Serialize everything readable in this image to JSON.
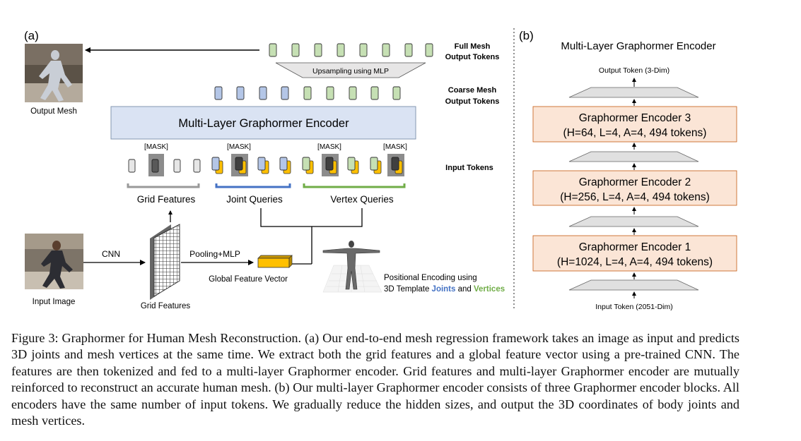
{
  "panel_a": {
    "label": "(a)",
    "output_mesh_label": "Output Mesh",
    "full_mesh_tokens_label": [
      "Full Mesh",
      "Output Tokens"
    ],
    "upsampling_label": "Upsampling using MLP",
    "coarse_mesh_tokens_label": [
      "Coarse Mesh",
      "Output Tokens"
    ],
    "encoder_label": "Multi-Layer Graphormer Encoder",
    "mask_label": "[MASK]",
    "input_tokens_label": "Input Tokens",
    "grid_features_label": "Grid Features",
    "joint_queries_label": "Joint Queries",
    "vertex_queries_label": "Vertex Queries",
    "cnn_label": "CNN",
    "pooling_label": "Pooling+MLP",
    "global_feature_label": "Global Feature Vector",
    "input_image_label": "Input Image",
    "grid_features_bottom_label": "Grid Features",
    "positional_label_1": "Positional Encoding using",
    "positional_label_2_prefix": "3D Template ",
    "positional_joints": "Joints",
    "positional_and": " and ",
    "positional_vertices": "Vertices"
  },
  "panel_b": {
    "label": "(b)",
    "title": "Multi-Layer Graphormer Encoder",
    "output_token": "Output Token (3-Dim)",
    "input_token": "Input Token (2051-Dim)",
    "encoders": [
      {
        "name": "Graphormer Encoder 3",
        "params": "(H=64, L=4, A=4, 494 tokens)"
      },
      {
        "name": "Graphormer Encoder 2",
        "params": "(H=256, L=4, A=4, 494 tokens)"
      },
      {
        "name": "Graphormer Encoder 1",
        "params": "(H=1024, L=4, A=4, 494 tokens)"
      }
    ]
  },
  "caption": "Figure 3: Graphormer for Human Mesh Reconstruction. (a) Our end-to-end mesh regression framework takes an image as input and predicts 3D joints and mesh vertices at the same time. We extract both the grid features and a global feature vector using a pre-trained CNN. The features are then tokenized and fed to a multi-layer Graphormer encoder. Grid features and multi-layer Graphormer encoder are mutually reinforced to reconstruct an accurate human mesh. (b) Our multi-layer Graphormer encoder consists of three Graphormer encoder blocks. All encoders have the same number of input tokens. We gradually reduce the hidden sizes, and output the 3D coordinates of body joints and mesh vertices.",
  "colors": {
    "grid_token": "#e6e6e6",
    "joint_token": "#b4c6e7",
    "vertex_token": "#c6e0b4",
    "feature_token": "#ffc000",
    "encoder_box": "#dae3f3",
    "encoder_b_box": "#fbe5d6",
    "joints_text": "#4472c4",
    "vertices_text": "#70ad47"
  }
}
